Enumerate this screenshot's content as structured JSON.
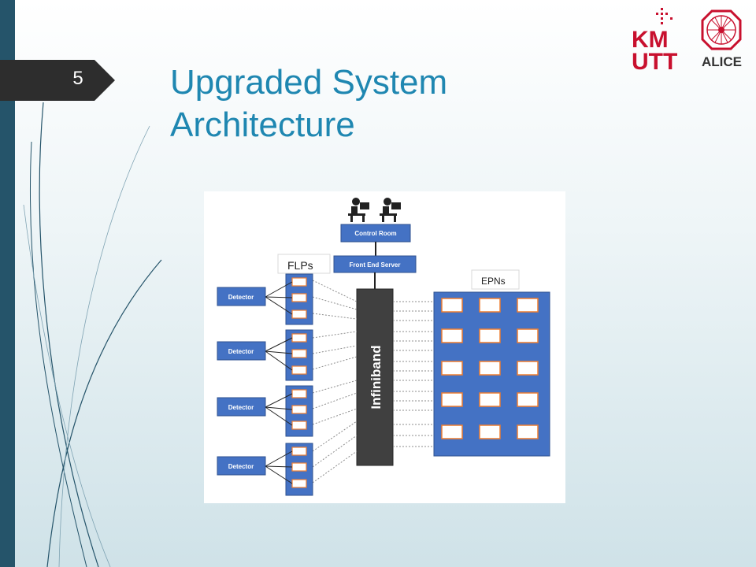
{
  "slide": {
    "number": "5",
    "title_line1": "Upgraded System",
    "title_line2": "Architecture"
  },
  "logos": {
    "kmutt_line1": "KM",
    "kmutt_line2": "UTT",
    "alice_text": "ALICE"
  },
  "diagram": {
    "control_room_label": "Control Room",
    "front_end_server_label": "Front End Server",
    "flps_label": "FLPs",
    "epns_label": "EPNs",
    "infiniband_label": "Infiniband",
    "detector_labels": [
      "Detector",
      "Detector",
      "Detector",
      "Detector"
    ]
  },
  "colors": {
    "accent": "#1f87b1",
    "bar": "#25546a",
    "box_blue": "#4472c4",
    "node_orange": "#ed7d31",
    "infiniband_dark": "#404040"
  }
}
